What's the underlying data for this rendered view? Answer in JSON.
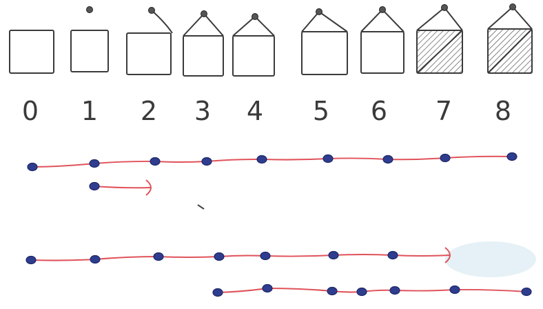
{
  "frames": [
    {
      "label": "0",
      "nail": false,
      "string": "none",
      "shaded": false
    },
    {
      "label": "1",
      "nail": true,
      "string": "none",
      "shaded": false
    },
    {
      "label": "2",
      "nail": true,
      "string": "right",
      "shaded": false
    },
    {
      "label": "3",
      "nail": true,
      "string": "both",
      "shaded": false
    },
    {
      "label": "4",
      "nail": true,
      "string": "both",
      "shaded": false
    },
    {
      "label": "5",
      "nail": true,
      "string": "both",
      "shaded": false
    },
    {
      "label": "6",
      "nail": true,
      "string": "both",
      "shaded": false
    },
    {
      "label": "7",
      "nail": true,
      "string": "both",
      "shaded": true
    },
    {
      "label": "8",
      "nail": true,
      "string": "both",
      "shaded": true
    }
  ],
  "lines": [
    {
      "name": "first-number-line",
      "points": 9,
      "arrow": false
    },
    {
      "name": "first-jump",
      "points": 1,
      "arrow": true
    },
    {
      "name": "second-number-line",
      "points": 7,
      "arrow": true
    },
    {
      "name": "third-number-line",
      "points": 7,
      "arrow": false
    }
  ],
  "colors": {
    "ink": "#3a3a3a",
    "dot": "#2f3d8f",
    "line": "#e0525a",
    "hatch": "#555555",
    "smudge": "#cfe6ee"
  }
}
